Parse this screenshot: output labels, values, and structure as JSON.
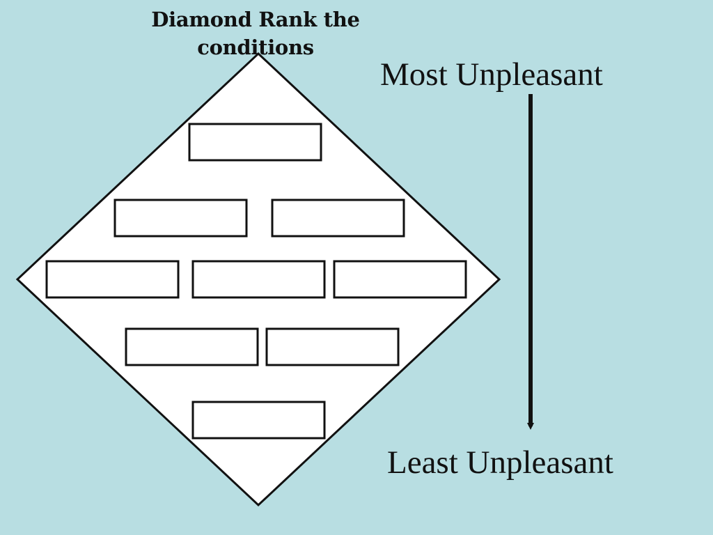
{
  "title": {
    "line1": "Diamond Rank the",
    "line2": "conditions"
  },
  "scale": {
    "top_label": "Most Unpleasant",
    "bottom_label": "Least Unpleasant"
  },
  "diamond_rows": [
    {
      "row": 1,
      "boxes": 1
    },
    {
      "row": 2,
      "boxes": 2
    },
    {
      "row": 3,
      "boxes": 3
    },
    {
      "row": 4,
      "boxes": 2
    },
    {
      "row": 5,
      "boxes": 1
    }
  ],
  "colors": {
    "background": "#b8dee2",
    "diamond_fill": "#ffffff",
    "stroke": "#111111"
  }
}
